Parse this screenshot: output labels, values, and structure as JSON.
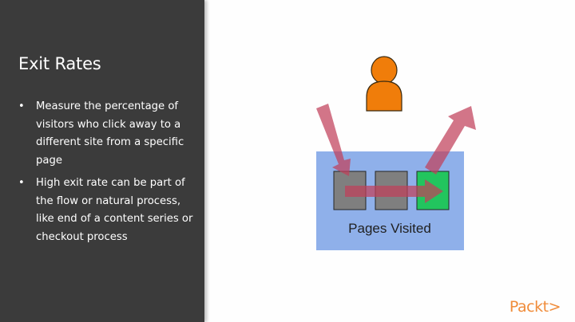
{
  "slide": {
    "title": "Exit Rates",
    "bullets": [
      "Measure the percentage of visitors who click away to a different site from a specific page",
      "High exit rate can be part of the flow or natural process, like end of a content series or checkout process"
    ],
    "bullet_symbol": "•"
  },
  "diagram": {
    "container_label": "Pages Visited",
    "pages": [
      {
        "icon": "page-box",
        "color": "#7f7f7f"
      },
      {
        "icon": "page-box",
        "color": "#7f7f7f"
      },
      {
        "icon": "page-box",
        "color": "#22c55e"
      }
    ],
    "user_icon": "person-icon",
    "user_color": "#f07d0a",
    "container_color": "#8fb0ea",
    "arrow_color": "#c0405a"
  },
  "brand": {
    "logo": "Packt>"
  },
  "colors": {
    "left_panel": "#3b3b3b",
    "brand": "#f08c3a"
  }
}
